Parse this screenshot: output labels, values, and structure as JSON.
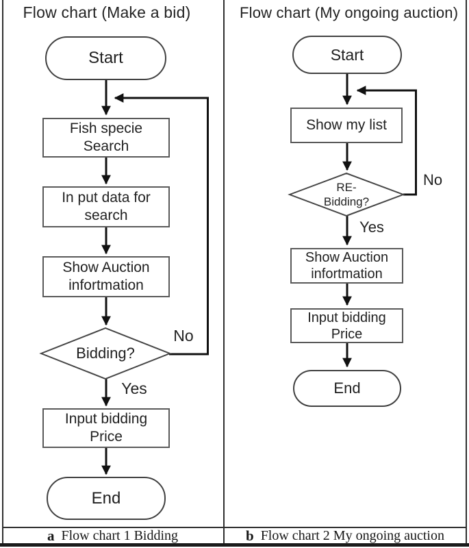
{
  "left_panel": {
    "title": "Flow chart (Make a bid)",
    "nodes": {
      "start": "Start",
      "fish_search": "Fish specie\nSearch",
      "input_data": "In put data for\nsearch",
      "show_auction": "Show Auction\ninfortmation",
      "bidding_decision": "Bidding?",
      "input_price": "Input bidding\nPrice",
      "end": "End"
    },
    "labels": {
      "no": "No",
      "yes": "Yes"
    }
  },
  "right_panel": {
    "title": "Flow chart (My ongoing auction)",
    "nodes": {
      "start": "Start",
      "show_list": "Show my list",
      "rebidding_decision": "RE-\nBidding?",
      "show_auction": "Show Auction\ninfortmation",
      "input_price": "Input bidding\nPrice",
      "end": "End"
    },
    "labels": {
      "no": "No",
      "yes": "Yes"
    }
  },
  "captions": {
    "a": {
      "letter": "a",
      "text": "Flow chart 1 Bidding"
    },
    "b": {
      "letter": "b",
      "text": "Flow chart 2 My ongoing auction"
    }
  },
  "colors": {
    "line": "#111111",
    "node_border": "#595959",
    "terminal_border": "#404040",
    "text": "#1f1f1f",
    "frame": "#2e2e2e",
    "background": "#ffffff"
  }
}
